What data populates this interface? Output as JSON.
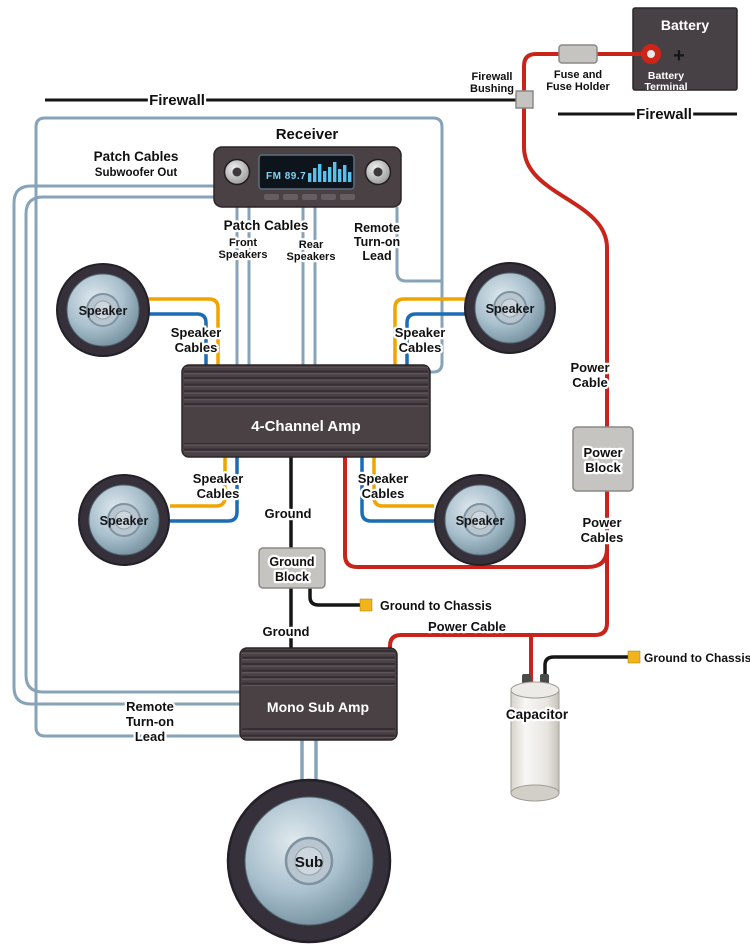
{
  "labels": {
    "firewall_left": "Firewall",
    "firewall_right": "Firewall",
    "firewall_bushing": [
      "Firewall",
      "Bushing"
    ],
    "fuse": [
      "Fuse and",
      "Fuse Holder"
    ],
    "battery": {
      "title": "Battery",
      "plus": "+",
      "terminal": [
        "Battery",
        "Terminal"
      ]
    },
    "receiver": {
      "title": "Receiver",
      "display": "FM 89.7"
    },
    "patch_left": {
      "title": "Patch Cables",
      "subtitle": "Subwoofer Out"
    },
    "patch_bottom": {
      "title": "Patch Cables",
      "front": [
        "Front",
        "Speakers"
      ],
      "rear": [
        "Rear",
        "Speakers"
      ]
    },
    "remote_top": [
      "Remote",
      "Turn-on",
      "Lead"
    ],
    "remote_bottom": [
      "Remote",
      "Turn-on",
      "Lead"
    ],
    "speaker": "Speaker",
    "speaker_cables": [
      "Speaker",
      "Cables"
    ],
    "amp_4channel": "4-Channel Amp",
    "mono_sub_amp": "Mono Sub Amp",
    "power_cable_right": [
      "Power",
      "Cable"
    ],
    "power_block": [
      "Power",
      "Block"
    ],
    "power_cables": [
      "Power",
      "Cables"
    ],
    "power_cable_bottom": "Power Cable",
    "ground_upper": "Ground",
    "ground_lower": "Ground",
    "ground_block": [
      "Ground",
      "Block"
    ],
    "ground_to_chassis_left": "Ground to Chassis",
    "ground_to_chassis_right": "Ground to Chassis",
    "capacitor": "Capacitor",
    "sub": "Sub"
  },
  "wire_colors": {
    "power": "#c8241a",
    "patch": "#87a3b8",
    "speaker_positive": "#f0a400",
    "speaker_negative": "#1a6cb5",
    "ground": "#161616"
  }
}
